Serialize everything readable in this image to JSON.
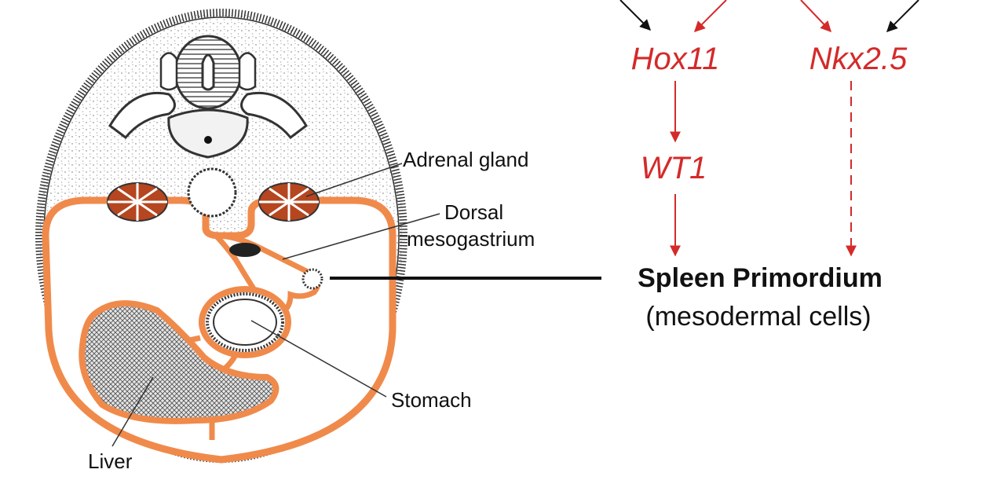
{
  "diagram": {
    "labels": {
      "adrenal_gland": "Adrenal gland",
      "dorsal_line1": "Dorsal",
      "dorsal_line2": "mesogastrium",
      "stomach": "Stomach",
      "liver": "Liver"
    },
    "genes": {
      "hox11": "Hox11",
      "nkx25": "Nkx2.5",
      "wt1": "WT1"
    },
    "target": {
      "title": "Spleen Primordium",
      "subtitle": "(mesodermal cells)"
    },
    "colors": {
      "gene_red": "#d42a2a",
      "membrane_orange": "#f08a4b",
      "adrenal_brown": "#b5461f",
      "ink": "#111111"
    }
  }
}
